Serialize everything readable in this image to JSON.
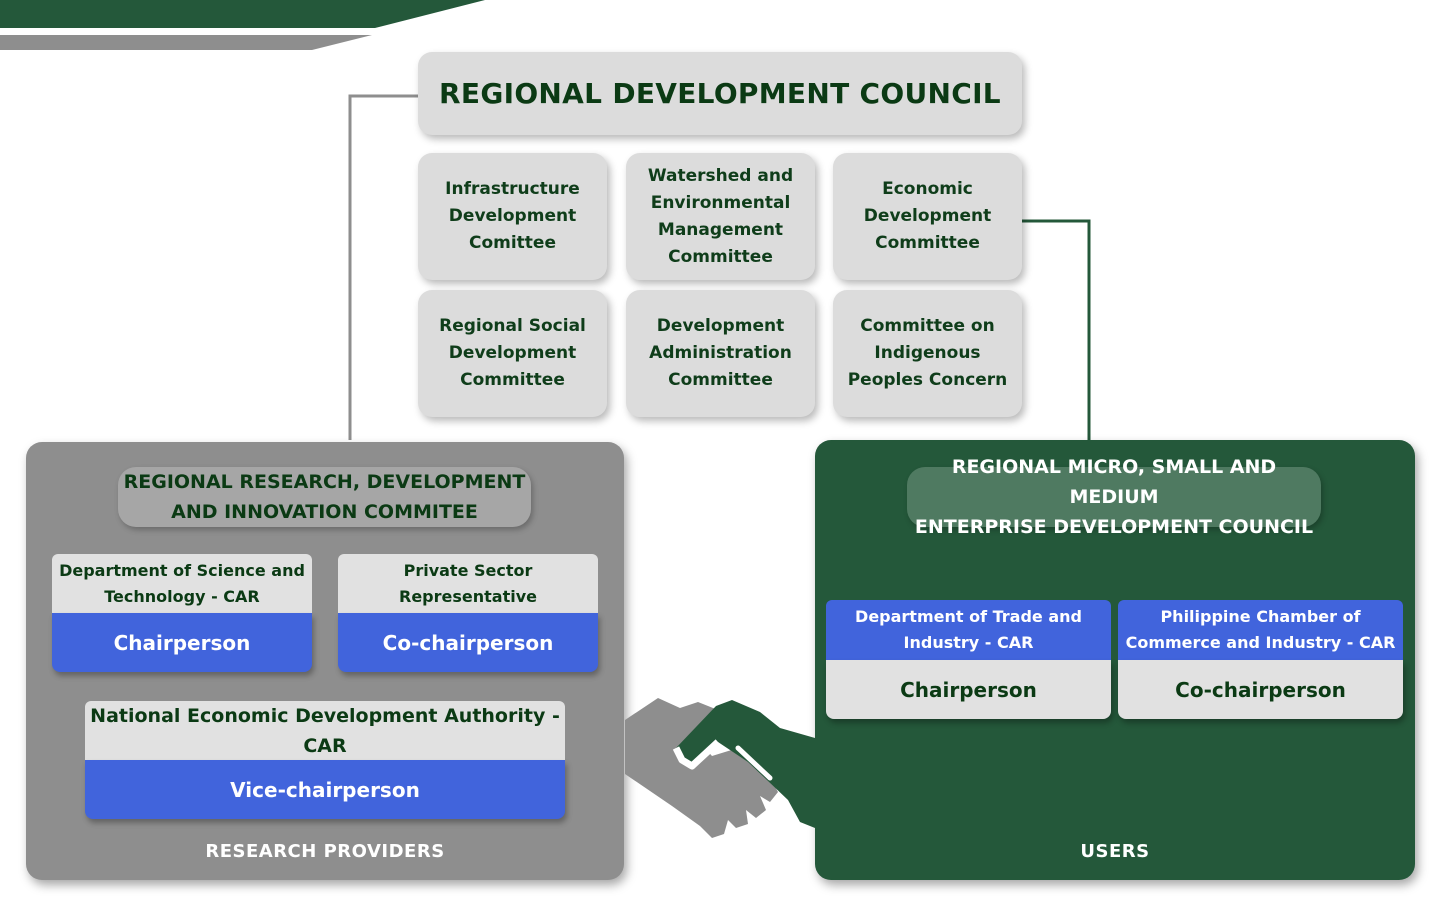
{
  "colors": {
    "dark_green": "#24583a",
    "grey": "#8e8e8e",
    "blue": "#4164dc",
    "light_grey": "#dcdcdc",
    "text_green": "#0b3a14"
  },
  "council": {
    "title": "REGIONAL DEVELOPMENT COUNCIL",
    "committees": [
      "Infrastructure Development Comittee",
      "Watershed and Environmental Management Committee",
      "Economic Development Committee",
      "Regional Social Development Committee",
      "Development Administration Committee",
      "Committee on Indigenous Peoples Concern"
    ]
  },
  "research": {
    "title_line1": "REGIONAL RESEARCH, DEVELOPMENT",
    "title_line2": "AND INNOVATION COMMITEE",
    "chair_org_line1": "Department of Science and",
    "chair_org_line2": "Technology - CAR",
    "chair_role": "Chairperson",
    "cochair_org_line1": "Private Sector",
    "cochair_org_line2": "Representative",
    "cochair_role": "Co-chairperson",
    "vice_org_line1": "National Economic Development Authority -",
    "vice_org_line2": "CAR",
    "vice_role": "Vice-chairperson",
    "footer": "RESEARCH PROVIDERS"
  },
  "users": {
    "title_line1": "REGIONAL MICRO, SMALL AND MEDIUM",
    "title_line2": "ENTERPRISE DEVELOPMENT COUNCIL",
    "chair_org_line1": "Department of Trade and",
    "chair_org_line2": "Industry - CAR",
    "chair_role": "Chairperson",
    "cochair_org_line1": "Philippine Chamber of",
    "cochair_org_line2": "Commerce and Industry - CAR",
    "cochair_role": "Co-chairperson",
    "footer": "USERS"
  },
  "icons": {
    "handshake": "handshake-icon"
  }
}
